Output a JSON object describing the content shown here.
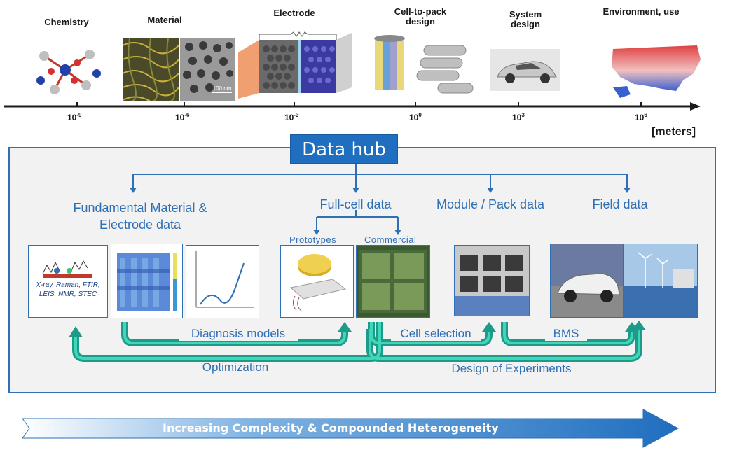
{
  "scale": {
    "categories": [
      {
        "id": "chemistry",
        "label": "Chemistry"
      },
      {
        "id": "material",
        "label": "Material"
      },
      {
        "id": "electrode",
        "label": "Electrode"
      },
      {
        "id": "cell_to_pack",
        "label": "Cell-to-pack design"
      },
      {
        "id": "system",
        "label": "System design"
      },
      {
        "id": "environment",
        "label": "Environment, use"
      }
    ],
    "ticks": [
      {
        "base": "10",
        "exp": "-9"
      },
      {
        "base": "10",
        "exp": "-6"
      },
      {
        "base": "10",
        "exp": "-3"
      },
      {
        "base": "10",
        "exp": "0"
      },
      {
        "base": "10",
        "exp": "3"
      },
      {
        "base": "10",
        "exp": "6"
      }
    ],
    "unit": "[meters]",
    "scale_bar": "100 nm"
  },
  "hub": {
    "title": "Data hub",
    "categories": {
      "fundamental": "Fundamental Material & Electrode data",
      "fullcell": "Full-cell data",
      "module": "Module / Pack data",
      "field": "Field data"
    },
    "subcategories": {
      "prototypes": "Prototypes",
      "commercial": "Commercial"
    },
    "techniques": "X-ray, Raman, FTIR, LEIS, NMR, STEC",
    "flows": {
      "diagnosis": "Diagnosis models",
      "cell_selection": "Cell selection",
      "bms": "BMS",
      "optimization": "Optimization",
      "doe": "Design of Experiments"
    }
  },
  "banner": {
    "text": "Increasing Complexity & Compounded Heterogeneity"
  },
  "colors": {
    "accent_blue": "#2e6fb5",
    "arrow_green": "#1e9a8a",
    "hub_fill": "#1f6ebf"
  }
}
